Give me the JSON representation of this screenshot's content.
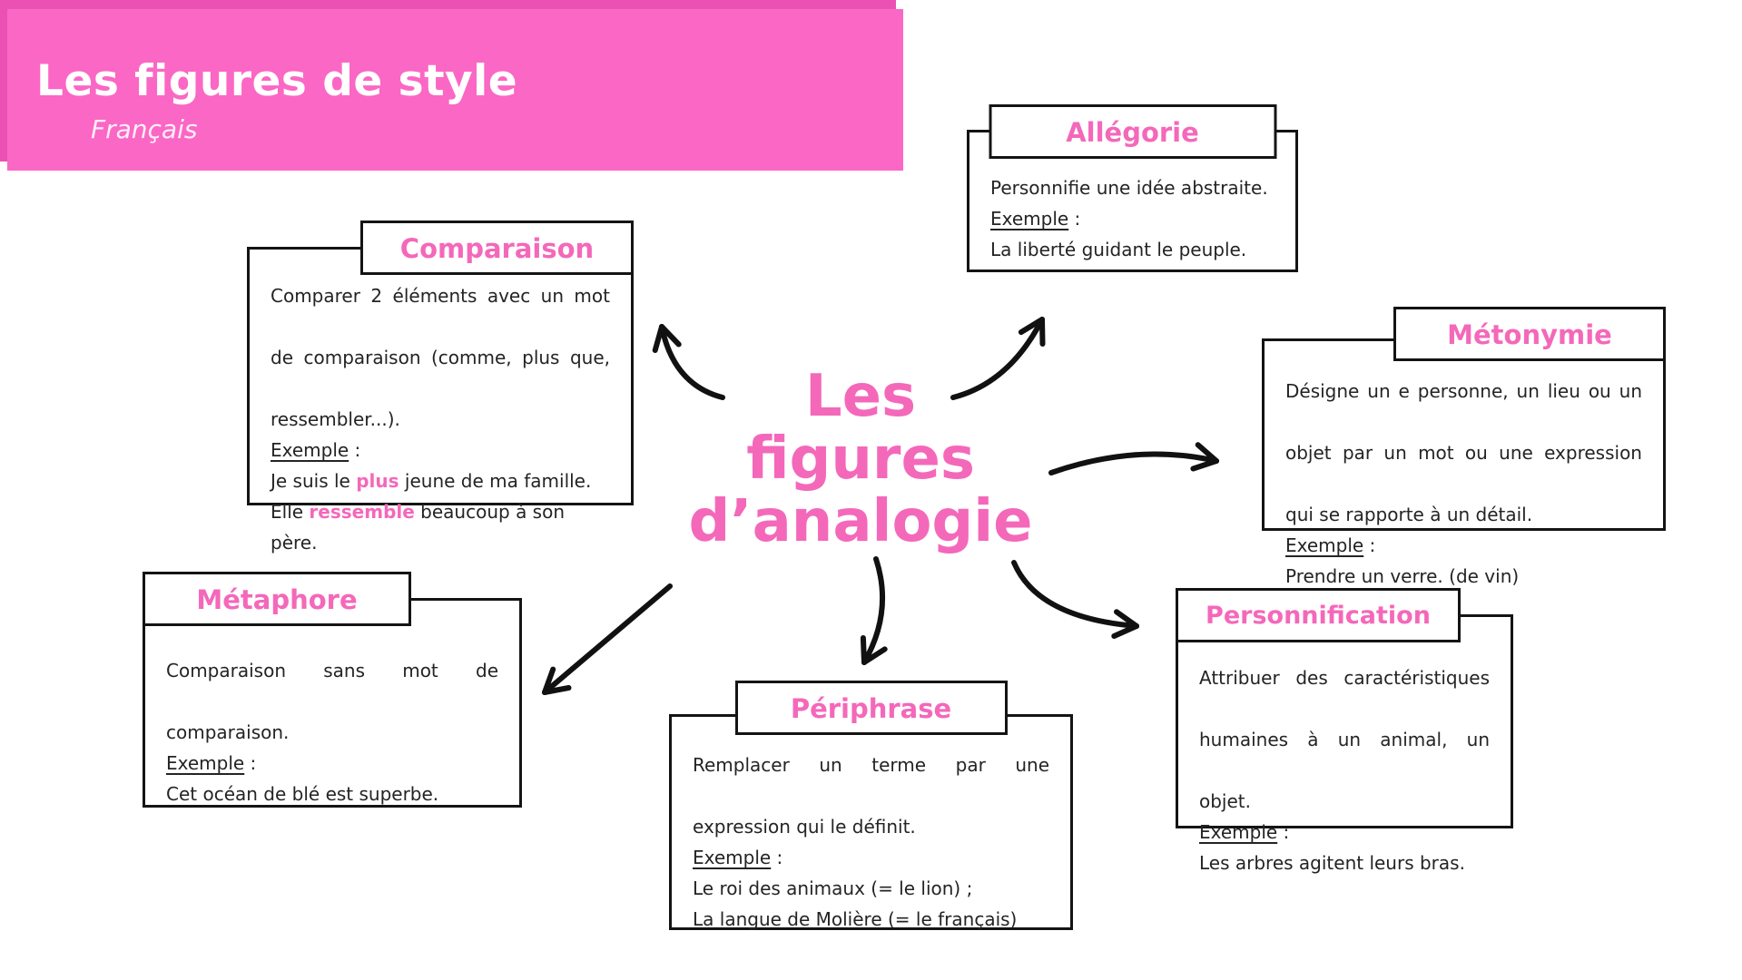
{
  "header": {
    "title": "Les figures de style",
    "subtitle": "Français"
  },
  "center_title": {
    "lines": [
      "Les",
      "figures",
      "d’analogie"
    ]
  },
  "colors": {
    "background": "#ffffff",
    "banner_pink": "#fb67c4",
    "banner_pink_dark": "#ea51b2",
    "accent_pink": "#f468ba",
    "body_text": "#242424",
    "box_border": "#141414",
    "arrow_black": "#111111"
  },
  "nodes": [
    {
      "id": "comparaison",
      "title": "Comparaison",
      "lines": [
        {
          "segments": [
            {
              "text": "Comparer 2 éléments avec un mot"
            }
          ],
          "justify": true
        },
        {
          "segments": [
            {
              "text": "de comparaison (comme, plus que,"
            }
          ],
          "justify": true
        },
        {
          "segments": [
            {
              "text": "ressembler...)."
            }
          ],
          "justify": false
        },
        {
          "segments": [
            {
              "text": "Exemple",
              "style": "underline"
            },
            {
              "text": " :"
            }
          ],
          "justify": false
        },
        {
          "segments": [
            {
              "text": "Je suis le "
            },
            {
              "text": "plus",
              "style": "pink"
            },
            {
              "text": " jeune de ma famille."
            }
          ],
          "justify": false
        },
        {
          "segments": [
            {
              "text": "Elle "
            },
            {
              "text": "ressemble",
              "style": "pink"
            },
            {
              "text": " beaucoup à son père."
            }
          ],
          "justify": false
        }
      ]
    },
    {
      "id": "allegorie",
      "title": "Allégorie",
      "lines": [
        {
          "segments": [
            {
              "text": "Personnifie une idée abstraite."
            }
          ],
          "justify": false
        },
        {
          "segments": [
            {
              "text": "Exemple",
              "style": "underline"
            },
            {
              "text": " :"
            }
          ],
          "justify": false
        },
        {
          "segments": [
            {
              "text": "La liberté guidant le peuple."
            }
          ],
          "justify": false
        }
      ]
    },
    {
      "id": "metonymie",
      "title": "Métonymie",
      "lines": [
        {
          "segments": [
            {
              "text": "Désigne un e personne, un lieu ou un"
            }
          ],
          "justify": true
        },
        {
          "segments": [
            {
              "text": "objet par un mot ou une expression"
            }
          ],
          "justify": true
        },
        {
          "segments": [
            {
              "text": "qui se rapporte à un détail."
            }
          ],
          "justify": false
        },
        {
          "segments": [
            {
              "text": "Exemple",
              "style": "underline"
            },
            {
              "text": " :"
            }
          ],
          "justify": false
        },
        {
          "segments": [
            {
              "text": "Prendre un verre. (de vin)"
            }
          ],
          "justify": false
        }
      ]
    },
    {
      "id": "metaphore",
      "title": "Métaphore",
      "lines": [
        {
          "segments": [
            {
              "text": "Comparaison sans mot de"
            }
          ],
          "justify": true
        },
        {
          "segments": [
            {
              "text": "comparaison."
            }
          ],
          "justify": false
        },
        {
          "segments": [
            {
              "text": "Exemple",
              "style": "underline"
            },
            {
              "text": " :"
            }
          ],
          "justify": false
        },
        {
          "segments": [
            {
              "text": "Cet océan de blé est superbe."
            }
          ],
          "justify": false
        }
      ]
    },
    {
      "id": "periphrase",
      "title": "Périphrase",
      "lines": [
        {
          "segments": [
            {
              "text": "Remplacer un terme par une"
            }
          ],
          "justify": true
        },
        {
          "segments": [
            {
              "text": "expression qui le définit."
            }
          ],
          "justify": false
        },
        {
          "segments": [
            {
              "text": "Exemple",
              "style": "underline"
            },
            {
              "text": " :"
            }
          ],
          "justify": false
        },
        {
          "segments": [
            {
              "text": "Le roi des animaux (= le lion) ;"
            }
          ],
          "justify": false
        },
        {
          "segments": [
            {
              "text": "La langue de Molière (= le français)"
            }
          ],
          "justify": false
        }
      ]
    },
    {
      "id": "personnification",
      "title": "Personnification",
      "lines": [
        {
          "segments": [
            {
              "text": "Attribuer des caractéristiques"
            }
          ],
          "justify": true
        },
        {
          "segments": [
            {
              "text": "humaines à un animal, un"
            }
          ],
          "justify": true
        },
        {
          "segments": [
            {
              "text": "objet."
            }
          ],
          "justify": false
        },
        {
          "segments": [
            {
              "text": "Exemple",
              "style": "underline"
            },
            {
              "text": " :"
            }
          ],
          "justify": false
        },
        {
          "segments": [
            {
              "text": "Les arbres agitent leurs bras."
            }
          ],
          "justify": false
        }
      ]
    }
  ],
  "connections": [
    {
      "from": "Les figures d’analogie",
      "to": "Comparaison"
    },
    {
      "from": "Les figures d’analogie",
      "to": "Allégorie"
    },
    {
      "from": "Les figures d’analogie",
      "to": "Métonymie"
    },
    {
      "from": "Les figures d’analogie",
      "to": "Personnification"
    },
    {
      "from": "Les figures d’analogie",
      "to": "Périphrase"
    },
    {
      "from": "Les figures d’analogie",
      "to": "Métaphore"
    }
  ]
}
